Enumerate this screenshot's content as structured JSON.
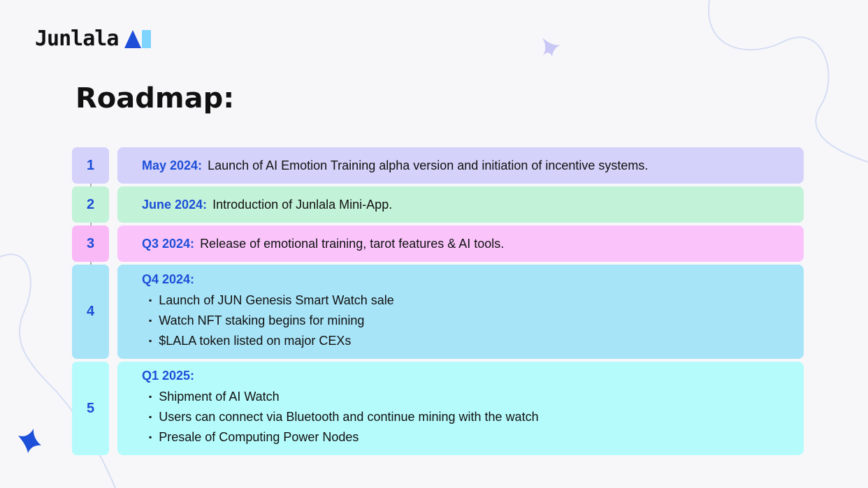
{
  "brand": {
    "name": "Junlala",
    "colors": {
      "dark_blue": "#1d4fd8",
      "light_blue": "#7fd4ff"
    }
  },
  "title": "Roadmap:",
  "milestones": [
    {
      "number": "1",
      "period": "May 2024:",
      "text": "Launch of AI Emotion Training alpha version and initiation of incentive systems.",
      "colors": {
        "num_bg": "#d4d1fa",
        "content_bg": "#d4d1fa"
      }
    },
    {
      "number": "2",
      "period": "June 2024:",
      "text": "Introduction of Junlala Mini-App.",
      "colors": {
        "num_bg": "#c2f2d8",
        "content_bg": "#c2f2d8"
      }
    },
    {
      "number": "3",
      "period": "Q3 2024:",
      "text": "Release of emotional training, tarot features & AI tools.",
      "colors": {
        "num_bg": "#f9b8f6",
        "content_bg": "#fac4fb"
      }
    },
    {
      "number": "4",
      "period": "Q4 2024:",
      "bullets": [
        "Launch of JUN Genesis Smart Watch sale",
        "Watch NFT staking begins for mining",
        "$LALA token listed on major CEXs"
      ],
      "colors": {
        "num_bg": "#a8e4f7",
        "content_bg": "#a8e4f7"
      }
    },
    {
      "number": "5",
      "period": "Q1 2025:",
      "bullets": [
        "Shipment of AI Watch",
        "Users can connect via Bluetooth and continue mining with the watch",
        "Presale of Computing Power Nodes"
      ],
      "colors": {
        "num_bg": "#b6fbfb",
        "content_bg": "#b6fbfb"
      }
    }
  ]
}
